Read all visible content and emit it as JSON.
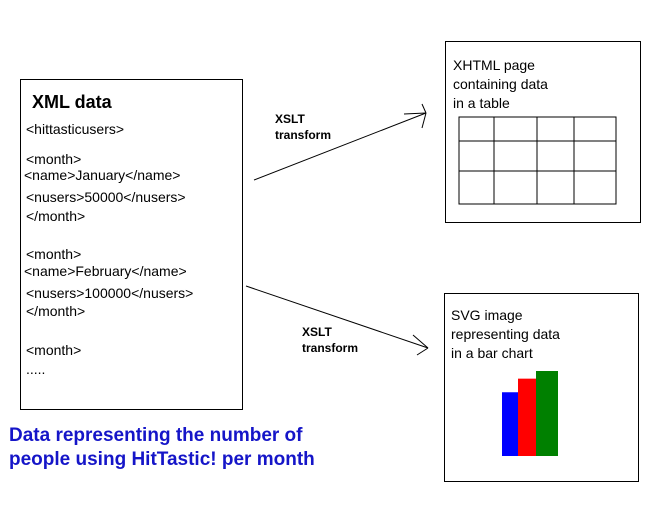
{
  "xml_box": {
    "title": "XML data",
    "lines": [
      "<hittasticusers>",
      "<month>",
      "<name>January</name>",
      "<nusers>50000</nusers>",
      "</month>",
      "<month>",
      "<name>February</name>",
      "<nusers>100000</nusers>",
      "</month>",
      "<month>",
      "....."
    ]
  },
  "arrow_top": {
    "label_line1": "XSLT",
    "label_line2": "transform"
  },
  "arrow_bottom": {
    "label_line1": "XSLT",
    "label_line2": "transform"
  },
  "xhtml_box": {
    "line1": "XHTML page",
    "line2": "containing data",
    "line3": "in a table"
  },
  "svg_box": {
    "line1": "SVG image",
    "line2": "representing data",
    "line3": "in a bar chart",
    "bar_colors": [
      "#0000ff",
      "#ff0000",
      "#008000"
    ],
    "bar_values": [
      0.75,
      0.91,
      1.0
    ]
  },
  "caption": {
    "line1": "Data representing the number of",
    "line2": "people using HitTastic! per month",
    "color": "#1515c8"
  }
}
